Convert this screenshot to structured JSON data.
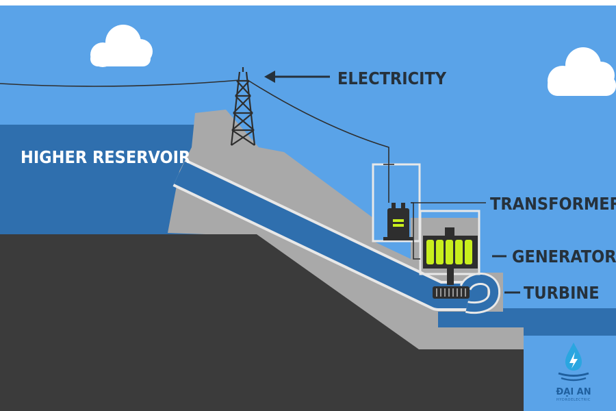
{
  "labels": {
    "reservoir": "HIGHER RESERVOIR",
    "electricity": "ELECTRICITY",
    "transformer": "TRANSFORMER",
    "generator": "GENERATOR",
    "turbine": "TURBINE"
  },
  "logo": {
    "name": "ĐẠI AN",
    "tagline": "HYDROELECTRIC"
  },
  "colors": {
    "sky": "#5aa3e8",
    "reservoir": "#2f6fae",
    "dam": "#a9a9a9",
    "ground": "#3b3b3b",
    "water_channel": "#2f6fae",
    "generator_fill": "#c8ef1d",
    "machine": "#2e2e2e",
    "label_text": "#26313b",
    "reservoir_label": "#ffffff"
  },
  "icons": [
    "cloud-icon",
    "transmission-tower-icon",
    "arrow-left-icon",
    "water-drop-bolt-icon"
  ]
}
